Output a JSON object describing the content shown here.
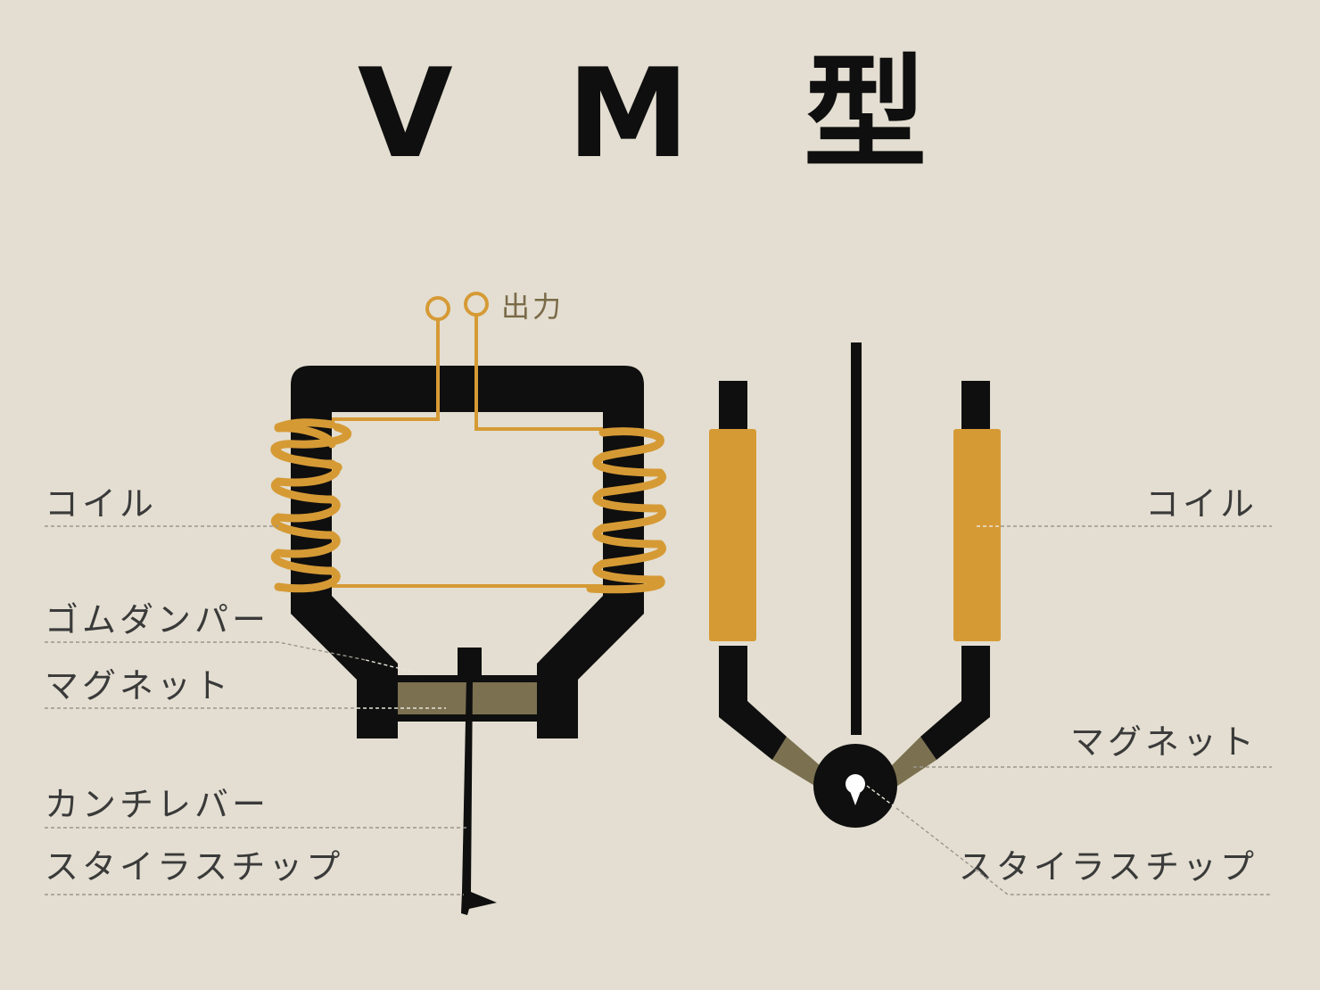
{
  "title": "V M 型",
  "labels": {
    "output": "出力",
    "left_coil": "コイル",
    "left_damper": "ゴムダンパー",
    "left_magnet": "マグネット",
    "left_cantilever": "カンチレバー",
    "left_stylus": "スタイラスチップ",
    "right_coil": "コイル",
    "right_magnet": "マグネット",
    "right_stylus": "スタイラスチップ"
  },
  "colors": {
    "background": "#e3ded1",
    "body": "#0f0f0f",
    "coil": "#d69a35",
    "magnet": "#7b7050"
  }
}
